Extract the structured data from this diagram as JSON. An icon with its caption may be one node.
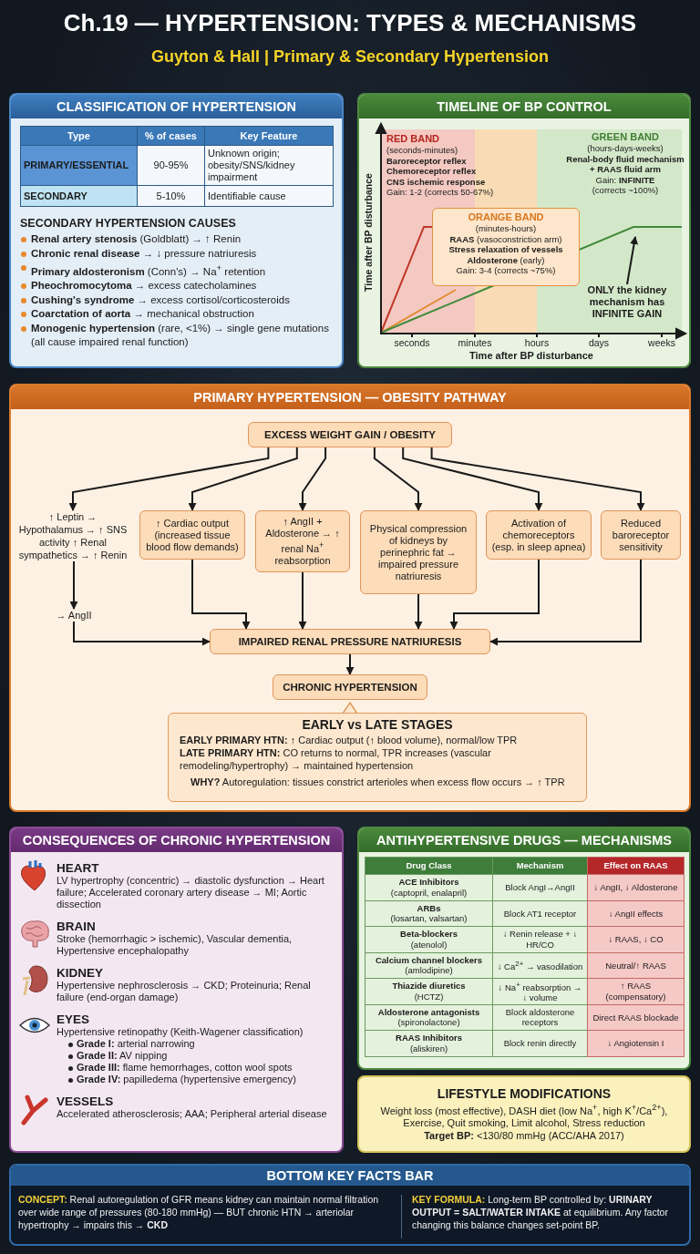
{
  "diagram": {
    "title": "Ch.19 — HYPERTENSION: TYPES & MECHANISMS",
    "nodes": [
      {
        "text": [
          "CLASSIFICATION OF HYPERTENSION",
          "SECONDARY HYPERTENSION CAUSES",
          "**Renal artery stenosis** (Goldblatt) → ↑ Renin",
          "**Chronic renal disease** → ↓ pressure natriuresis",
          "**Primary aldosteronism** (Conn's) → Na$^{+}$ retention",
          "**Pheochromocytoma** → excess catecholamines",
          "**Cushing's syndrome** → excess cortisol/corticosteroids",
          "**Coarctation of aorta** → mechanical obstruction",
          "**Monogenic hypertension** (rare, <1%) → single gene mutations (all cause impaired renal function)"
        ]
      },
      {
        "text": [
          "TIMELINE OF BP CONTROL"
        ]
      },
      {
        "text": [
          "RED BAND",
          "(seconds-minutes)",
          "Baroreceptor reflex",
          "Chemoreceptor reflex",
          "CNS ischemic response",
          "Gain: 1-2 (corrects 50-67%)"
        ],
        "in": 1
      },
      {
        "text": [
          "ORANGE BAND",
          "(minutes-hours)",
          "**RAAS** (vasoconstriction arm)",
          "Stress relaxation of vessels",
          "**Aldosterone** (early)",
          "Gain: 3-4 (corrects ~75%)"
        ],
        "in": 1
      },
      {
        "text": [
          "GREEN BAND",
          "(hours-days-weeks)",
          "Renal-body fluid mechanism + RAAS fluid arm",
          "Gain: **INFINITE**",
          "(corrects ~100%)"
        ],
        "in": 1
      },
      {
        "text": [
          "ONLY the kidney mechanism has INFINITE GAIN"
        ],
        "in": 1
      },
      {
        "text": [
          "PRIMARY HYPERTENSION — OBESITY PATHWAY"
        ]
      },
      {
        "text": [
          "EXCESS WEIGHT GAIN / OBESITY"
        ],
        "in": 6
      },
      {
        "text": [
          "↑ Leptin → Hypothalamus → ↑ SNS activity ↑ Renal sympathetics → ↑ Renin"
        ],
        "in": 6
      },
      {
        "text": [
          "→ AngII"
        ],
        "in": 6
      },
      {
        "text": [
          "↑ Cardiac output (increased tissue blood flow demands)"
        ],
        "in": 6
      },
      {
        "text": [
          "↑ AngII + Aldosterone → ↑ renal Na$^{+}$ reabsorption"
        ],
        "in": 6
      },
      {
        "text": [
          "Physical compression of kidneys by perinephric fat → impaired pressure natriuresis"
        ],
        "in": 6
      },
      {
        "text": [
          "Activation of chemoreceptors (esp. in sleep apnea)"
        ],
        "in": 6
      },
      {
        "text": [
          "Reduced baroreceptor sensitivity"
        ],
        "in": 6
      },
      {
        "text": [
          "IMPAIRED RENAL PRESSURE NATRIURESIS"
        ],
        "in": 6
      },
      {
        "text": [
          "CHRONIC HYPERTENSION"
        ],
        "in": 6
      },
      {
        "text": [
          "EARLY vs LATE STAGES",
          "**EARLY PRIMARY HTN:** ↑ Cardiac output (↑ blood volume), normal/low TPR",
          "**LATE PRIMARY HTN:** CO returns to normal, TPR increases (vascular remodeling/hypertrophy) → maintained hypertension",
          "**WHY?** Autoregulation: tissues constrict arterioles when excess flow occurs → ↑ TPR"
        ],
        "in": 6
      },
      {
        "text": [
          "CONSEQUENCES OF CHRONIC HYPERTENSION",
          "HEART",
          "LV hypertrophy (concentric) → diastolic dysfunction → Heart failure; Accelerated coronary artery disease → MI; Aortic dissection",
          "BRAIN",
          "Stroke (hemorrhagic > ischemic), Vascular dementia, Hypertensive encephalopathy",
          "KIDNEY",
          "Hypertensive nephrosclerosis → CKD; Proteinuria; Renal failure (end-organ damage)",
          "EYES",
          "Hypertensive retinopathy (Keith-Wagener classification)",
          "**Grade I:** arterial narrowing",
          "**Grade II:** AV nipping",
          "**Grade III:** flame hemorrhages, cotton wool spots",
          "**Grade IV:** papilledema (hypertensive emergency)",
          "VESSELS",
          "Accelerated atherosclerosis; AAA; Peripheral arterial disease"
        ]
      },
      {
        "text": [
          "ANTIHYPERTENSIVE DRUGS — MECHANISMS"
        ]
      },
      {
        "text": [
          "LIFESTYLE MODIFICATIONS",
          "Weight loss (most effective), DASH diet (low Na$^{+}$, high K$^{+}$/Ca$^{2+}$), Exercise, Quit smoking, Limit alcohol, Stress reduction",
          "**Target BP:** <130/80 mmHg (ACC/AHA 2017)"
        ]
      },
      {
        "text": [
          "BOTTOM KEY FACTS BAR",
          "**CONCEPT:** Renal autoregulation of GFR means kidney can maintain normal filtration over wide range of pressures (80-180 mmHg) — BUT chronic HTN → arteriolar hypertrophy → impairs this → **CKD**",
          "**KEY FORMULA:** Long-term BP controlled by: **URINARY OUTPUT = SALT/WATER INTAKE** at equilibrium. Any factor changing this balance changes set-point BP."
        ]
      }
    ],
    "edges": [
      {
        "from": 5,
        "to": 4,
        "arrow": "to"
      },
      {
        "from": 7,
        "to": 8,
        "arrow": "to"
      },
      {
        "from": 7,
        "to": 10,
        "arrow": "to"
      },
      {
        "from": 7,
        "to": 11,
        "arrow": "to"
      },
      {
        "from": 7,
        "to": 12,
        "arrow": "to"
      },
      {
        "from": 7,
        "to": 13,
        "arrow": "to"
      },
      {
        "from": 7,
        "to": 14,
        "arrow": "to"
      },
      {
        "from": 8,
        "to": 9,
        "arrow": "to"
      },
      {
        "from": 9,
        "to": 15,
        "arrow": "to"
      },
      {
        "from": 10,
        "to": 15,
        "arrow": "to"
      },
      {
        "from": 11,
        "to": 15,
        "arrow": "to"
      },
      {
        "from": 12,
        "to": 15,
        "arrow": "to"
      },
      {
        "from": 13,
        "to": 15,
        "arrow": "to"
      },
      {
        "from": 14,
        "to": 15,
        "arrow": "to"
      },
      {
        "from": 15,
        "to": 16,
        "arrow": "to"
      }
    ],
    "labels": [
      "Guyton & Hall | Primary & Secondary Hypertension",
      "Type",
      "% of cases",
      "Key Feature",
      "PRIMARY/ESSENTIAL",
      "90-95%",
      "Unknown origin; obesity/SNS/kidney impairment",
      "SECONDARY",
      "5-10%",
      "Identifiable cause",
      "Time after BP disturbance",
      "seconds",
      "minutes",
      "hours",
      "days",
      "weeks",
      "Time after BP disturbance",
      "Drug Class",
      "Mechanism",
      "Effect on RAAS",
      "**ACE Inhibitors** (captopril, enalapril)",
      "Block AngI→AngII",
      "↓ AngII, ↓ Aldosterone",
      "**ARBs** (losartan, valsartan)",
      "Block AT1 receptor",
      "↓ AngII effects",
      "**Beta-blockers** (atenolol)",
      "↓ Renin release + ↓ HR/CO",
      "↓ RAAS, ↓ CO",
      "**Calcium channel blockers** (amlodipine)",
      "↓ Ca$^{2+}$ → vasodilation",
      "Neutral/↑ RAAS",
      "**Thiazide diuretics** (HCTZ)",
      "↓ Na$^{+}$ reabsorption → ↓ volume",
      "↑ RAAS (compensatory)",
      "**Aldosterone antagonists** (spironolactone)",
      "Block aldosterone receptors",
      "Direct RAAS blockade",
      "**RAAS Inhibitors** (aliskiren)",
      "Block renin directly",
      "↓ Angiotensin I"
    ]
  }
}
